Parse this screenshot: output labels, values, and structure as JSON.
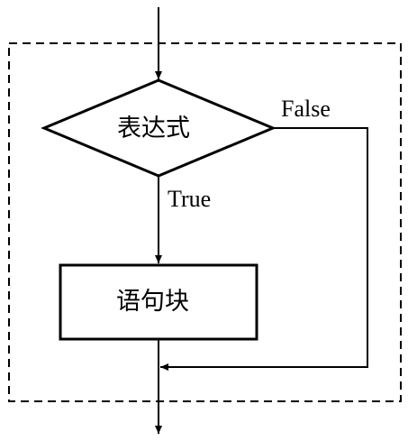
{
  "diagram": {
    "condition_label": "表达式",
    "true_label": "True",
    "false_label": "False",
    "block_label": "语句块"
  }
}
